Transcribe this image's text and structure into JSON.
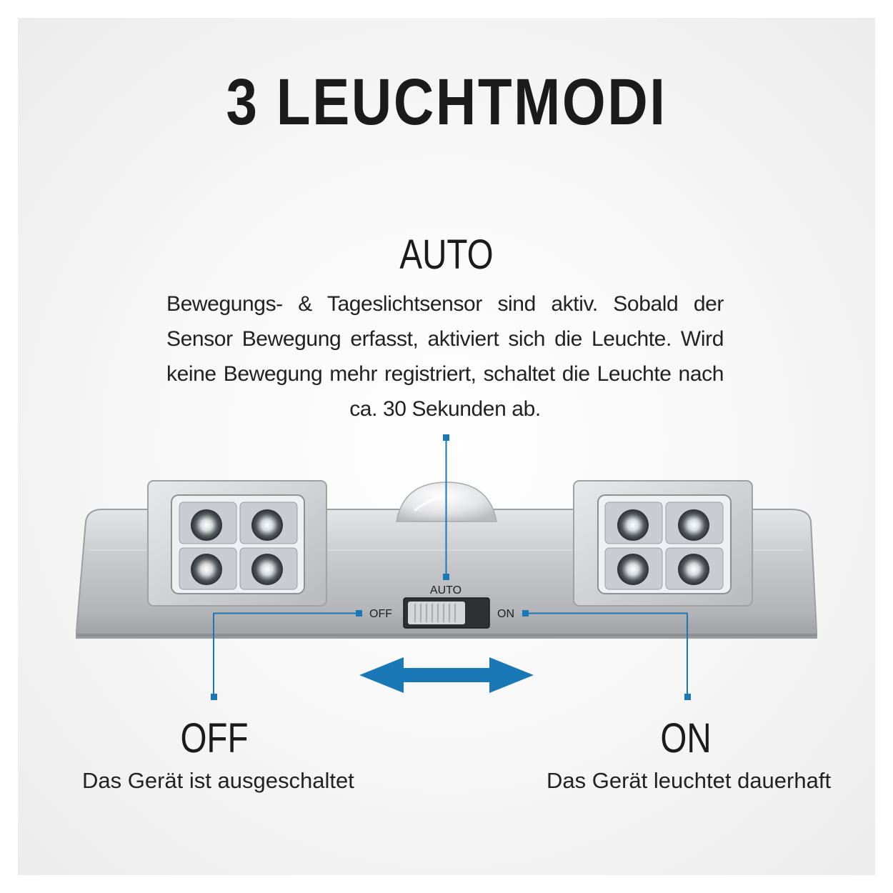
{
  "title": "3 LEUCHTMODI",
  "modes": {
    "auto": {
      "heading": "AUTO",
      "description": "Bewegungs- & Tageslichtsensor sind aktiv. Sobald der Sensor Bewegung erfasst, aktiviert sich die Leuchte. Wird keine Bewegung mehr registriert, schaltet die Leuchte nach ca. 30 Sekunden ab."
    },
    "off": {
      "heading": "OFF",
      "description": "Das Gerät ist ausgeschaltet"
    },
    "on": {
      "heading": "ON",
      "description": "Das Gerät leuchtet dauerhaft"
    }
  },
  "device": {
    "switch_labels": {
      "auto": "AUTO",
      "off": "OFF",
      "on": "ON"
    }
  },
  "colors": {
    "accent": "#1a78b6",
    "text": "#1b1b1b",
    "housing": "#c4c6c9"
  },
  "icons": [
    "double-arrow-icon",
    "motion-sensor-icon",
    "led-module-icon"
  ]
}
